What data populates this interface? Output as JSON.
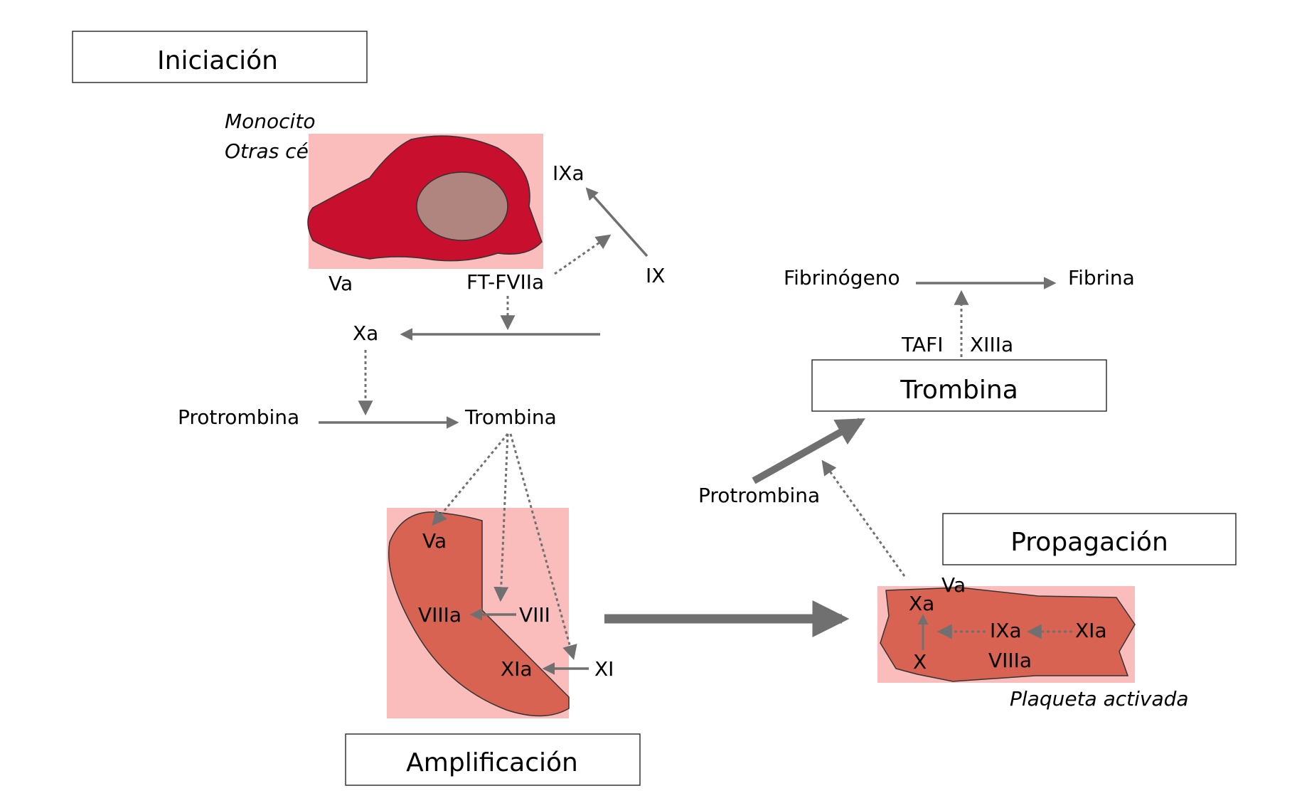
{
  "phases": {
    "initiation": "Iniciación",
    "amplification": "Amplificación",
    "propagation": "Propagación"
  },
  "cells": {
    "monocyte_line1": "Monocito",
    "monocyte_line2": "Otras células",
    "platelet": "Plaqueta activada"
  },
  "initiation_nodes": {
    "ixa": "IXa",
    "ix": "IX",
    "va": "Va",
    "ft_fviia": "FT-FVIIa",
    "xa": "Xa",
    "protrombina": "Protrombina",
    "trombina": "Trombina"
  },
  "amplification_nodes": {
    "va": "Va",
    "viiia": "VIIIa",
    "viii": "VIII",
    "xia": "XIa",
    "xi": "XI"
  },
  "propagation_nodes": {
    "va": "Va",
    "xa": "Xa",
    "x": "X",
    "ixa": "IXa",
    "xia": "XIa",
    "viiia": "VIIIa",
    "protrombina": "Protrombina",
    "trombina": "Trombina",
    "tafi": "TAFI",
    "xiiia": "XIIIa",
    "fibrinogeno": "Fibrinógeno",
    "fibrina": "Fibrina"
  },
  "colors": {
    "cell_background": "#fbbcbc",
    "monocyte_fill": "#c8102e",
    "nucleus_fill": "#b0857f",
    "platelet_fill": "#d96352",
    "arrow": "#707070"
  }
}
